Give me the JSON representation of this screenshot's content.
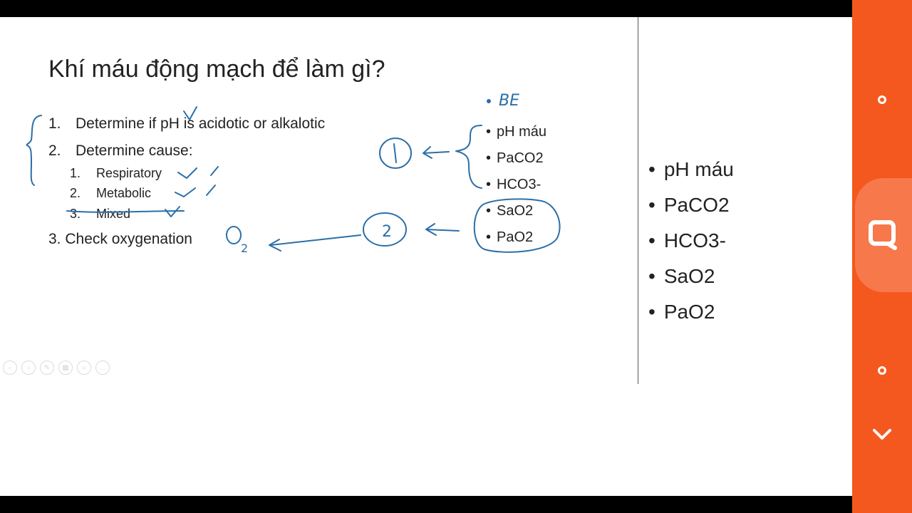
{
  "slide": {
    "title": "Khí máu động mạch để làm gì?",
    "items": [
      {
        "num": "1.",
        "text": "Determine if pH is acidotic or alkalotic"
      },
      {
        "num": "2.",
        "text": "Determine cause:"
      }
    ],
    "subitems": [
      {
        "num": "1.",
        "text": "Respiratory"
      },
      {
        "num": "2.",
        "text": "Metabolic"
      },
      {
        "num": "3.",
        "text": "Mixed"
      }
    ],
    "item3": "3. Check oxygenation",
    "middle_bullets": [
      "pH máu",
      "PaCO2",
      "HCO3-",
      "SaO2",
      "PaO2"
    ],
    "right_bullets": [
      "pH máu",
      "PaCO2",
      "HCO3-",
      "SaO2",
      "PaO2"
    ]
  },
  "annotations": {
    "be": "BE",
    "circle1": "1",
    "circle2": "2",
    "o2_base": "O",
    "o2_sub": "2"
  },
  "colors": {
    "ink": "#2b6fa8",
    "sidebar": "#f4581f"
  },
  "icons": {
    "side_top": "circle-icon",
    "side_search": "search-icon",
    "side_bottom": "circle-icon",
    "side_chevron": "chevron-down-icon"
  }
}
